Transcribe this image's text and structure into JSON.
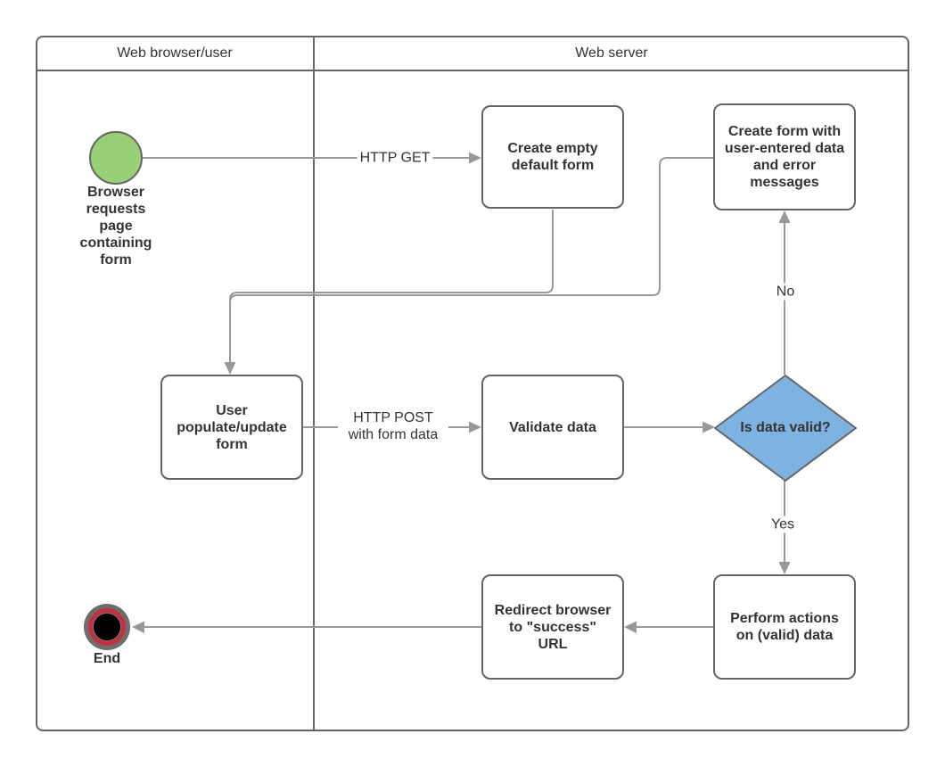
{
  "colors": {
    "border": "#666666",
    "line": "#999999",
    "text": "#333333",
    "start-fill": "#97D077",
    "decision-fill": "#7DB2E1",
    "end-red": "#C2313E",
    "end-gray": "#6E6E6E"
  },
  "lanes": {
    "browser": "Web browser/user",
    "server": "Web server"
  },
  "nodes": {
    "start": "Browser requests page containing form",
    "create_empty": "Create empty default form",
    "create_error": "Create form with user-entered data and error messages",
    "populate": "User populate/update form",
    "validate": "Validate data",
    "decision": "Is data valid?",
    "perform": "Perform actions on (valid) data",
    "redirect": "Redirect browser to \"success\" URL",
    "end": "End"
  },
  "edges": {
    "http_get": "HTTP GET",
    "http_post": "HTTP POST with form data",
    "no": "No",
    "yes": "Yes"
  }
}
